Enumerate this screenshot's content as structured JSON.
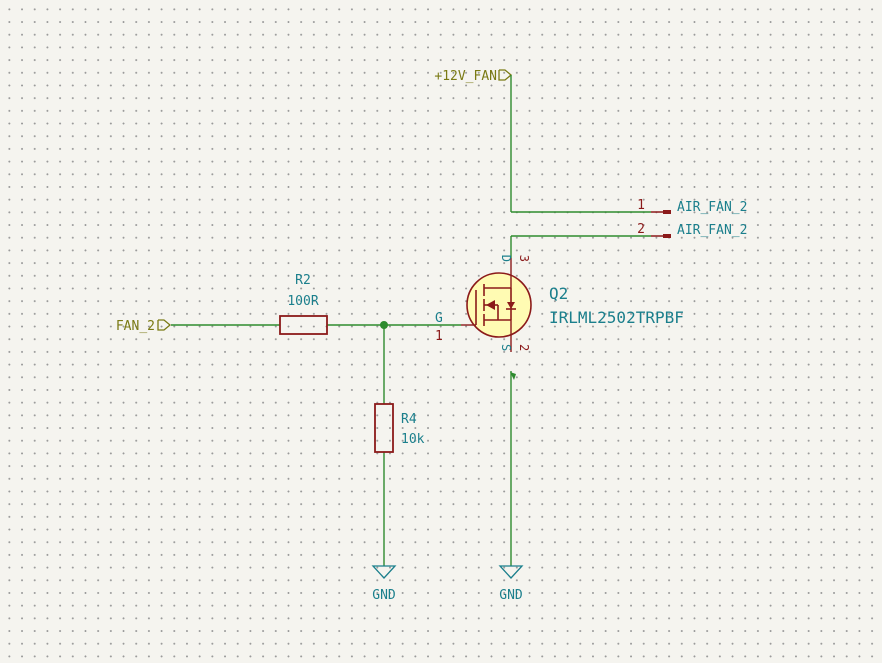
{
  "power": {
    "v12": "+12V_FAN"
  },
  "connector": {
    "pin1_num": "1",
    "pin1_name": "AIR_FAN_2",
    "pin2_num": "2",
    "pin2_name": "AIR_FAN_2"
  },
  "transistor": {
    "ref": "Q2",
    "value": "IRLML2502TRPBF",
    "pin_g": "G",
    "pin_g_num": "1",
    "pin_d": "D",
    "pin_d_num": "3",
    "pin_s": "S",
    "pin_s_num": "2"
  },
  "r2": {
    "ref": "R2",
    "value": "100R"
  },
  "r4": {
    "ref": "R4",
    "value": "10k"
  },
  "input": {
    "label": "FAN_2"
  },
  "ground": {
    "left": "GND",
    "right": "GND"
  },
  "colors": {
    "wire": "#2e8b2e",
    "component": "#8b1a1a",
    "mosfet_fill": "#fffbb3",
    "label": "#7a7a14",
    "reference": "#1b7f8c"
  }
}
